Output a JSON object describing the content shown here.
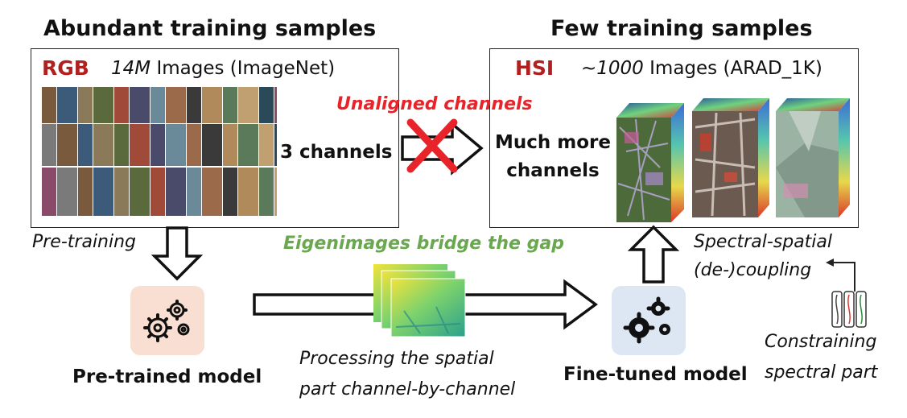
{
  "left": {
    "heading": "Abundant training samples",
    "tag": "RGB",
    "count": "14M",
    "desc": "Images (ImageNet)",
    "channels": "3 channels",
    "tag_color": "#b21f1f"
  },
  "right": {
    "heading": "Few training samples",
    "tag": "HSI",
    "prefix": "~",
    "count": "1000",
    "desc": "Images (ARAD_1K)",
    "channels_line1": "Much more",
    "channels_line2": "channels"
  },
  "middle": {
    "unaligned": "Unaligned channels",
    "unaligned_color": "#e8242a",
    "eigen": "Eigenimages bridge the gap",
    "eigen_color": "#6aa84f",
    "process_line1": "Processing the spatial",
    "process_line2": "part channel-by-channel"
  },
  "models": {
    "pretraining_label": "Pre-training",
    "pretrained_label": "Pre-trained model",
    "pretrained_color": "#f9dfd2",
    "finetuned_label": "Fine-tuned model",
    "finetuned_color": "#dce7f3"
  },
  "spectral": {
    "line1": "Spectral-spatial",
    "line2": "(de-)coupling",
    "constrain1": "Constraining",
    "constrain2": "spectral part"
  },
  "icons": [
    "gears-icon",
    "cross-icon",
    "arrow-right-icon",
    "arrow-down-icon",
    "arrow-up-icon"
  ]
}
